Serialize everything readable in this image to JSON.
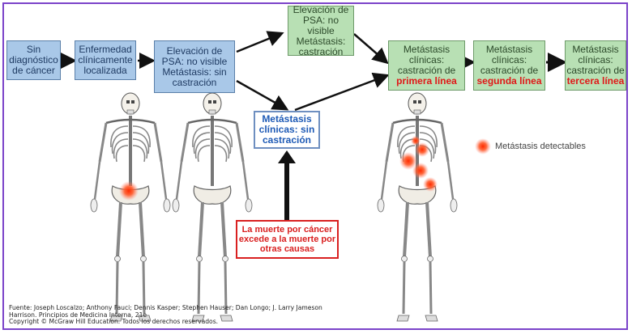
{
  "boxes": {
    "sin_diagnostico": "Sin diagnóstico de cáncer",
    "enfermedad": "Enfermedad clínicamente localizada",
    "psa_sin_castracion": "Elevación de PSA: no visible Metástasis: sin castración",
    "psa_castracion": "Elevación de PSA: no visible Metástasis: castración",
    "primera_pre": "Metástasis clínicas: castración de",
    "primera_red": "primera línea",
    "segunda_pre": "Metástasis clínicas: castración de",
    "segunda_red": "segunda línea",
    "tercera_pre": "Metástasis clínicas: castración de",
    "tercera_red": "tercera línea",
    "sin_castracion": "Metástasis clínicas: sin castración",
    "muerte": "La muerte por cáncer excede a la muerte por otras causas"
  },
  "legend": {
    "label": "Metástasis detectables"
  },
  "footer": {
    "line1": "Fuente: Joseph Loscalzo; Anthony Fauci; Dennis Kasper; Stephen Hauser; Dan Longo; J. Larry Jameson",
    "line2": "Harrison. Principios de Medicina Interna, 21e",
    "line3": "Copyright © McGraw Hill Education. Todos los derechos reservados."
  },
  "colors": {
    "frame": "#7b43c9",
    "blue_box": "#a9c8e8",
    "green_box": "#b8e0b4",
    "highlight_red": "#e01818",
    "skeleton": "#e8e4dc"
  },
  "icons": [
    "skeleton-figure",
    "metastasis-spot-icon"
  ]
}
